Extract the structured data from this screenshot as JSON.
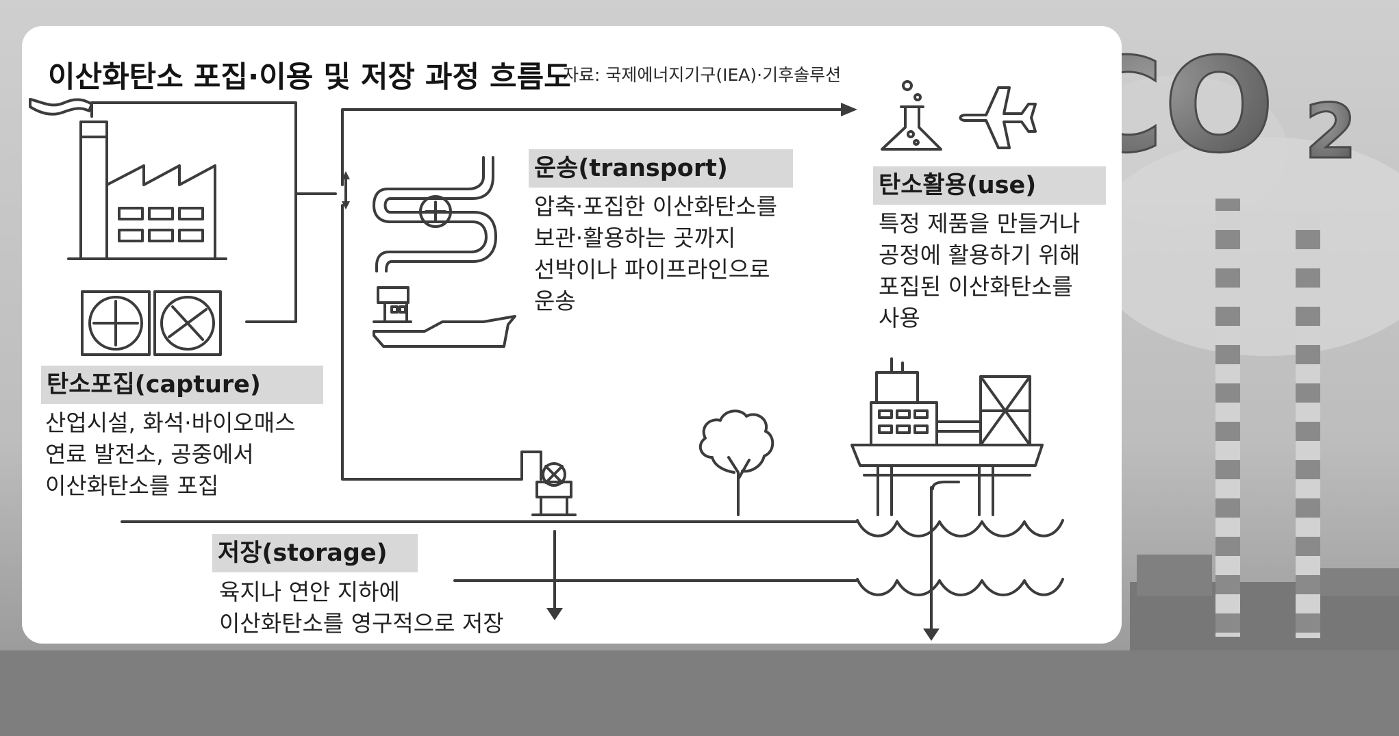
{
  "header": {
    "title": "이산화탄소 포집·이용 및 저장 과정 흐름도",
    "source": "자료: 국제에너지기구(IEA)·기후솔루션"
  },
  "badge": {
    "co2_text": "CO",
    "co2_subscript": "2"
  },
  "stages": {
    "capture": {
      "label": "탄소포집(capture)",
      "lines": [
        "산업시설, 화석·바이오매스",
        "연료 발전소, 공중에서",
        "이산화탄소를 포집"
      ]
    },
    "transport": {
      "label": "운송(transport)",
      "lines": [
        "압축·포집한 이산화탄소를",
        "보관·활용하는 곳까지",
        "선박이나 파이프라인으로",
        "운송"
      ]
    },
    "use": {
      "label": "탄소활용(use)",
      "lines": [
        "특정 제품을 만들거나",
        "공정에 활용하기 위해",
        "포집된 이산화탄소를",
        "사용"
      ]
    },
    "storage": {
      "label": "저장(storage)",
      "lines": [
        "육지나 연안 지하에",
        "이산화탄소를 영구적으로 저장"
      ]
    }
  },
  "icons": [
    "factory-icon",
    "fan-icon",
    "pipeline-icon",
    "ship-icon",
    "flask-icon",
    "airplane-icon",
    "valve-icon",
    "tree-icon",
    "offshore-platform-icon",
    "smokestack-icon"
  ],
  "colors": {
    "stroke": "#3c3c3c",
    "label_bg": "#d8d8d8",
    "panel": "#ffffff",
    "background": "#b9b9b9"
  }
}
